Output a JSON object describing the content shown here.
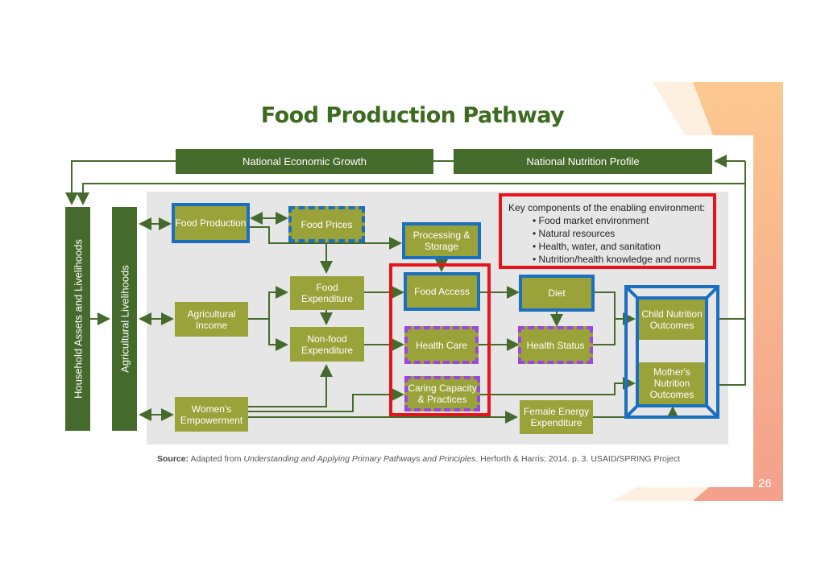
{
  "slide": {
    "title": "Food Production Pathway",
    "page_number": "26"
  },
  "top_bars": {
    "economic": "National Economic Growth",
    "nutrition": "National Nutrition Profile"
  },
  "side_bars": {
    "household": "Household Assets and Livelihoods",
    "agricultural": "Agricultural Livelihoods"
  },
  "nodes": {
    "food_production": "Food Production",
    "food_prices": "Food Prices",
    "processing_storage": "Processing & Storage",
    "agricultural_income": "Agricultural Income",
    "food_expenditure": "Food Expenditure",
    "nonfood_expenditure": "Non-food Expenditure",
    "womens_empowerment": "Women's Empowerment",
    "food_access": "Food Access",
    "health_care": "Health Care",
    "caring_capacity": "Caring Capacity & Practices",
    "diet": "Diet",
    "health_status": "Health Status",
    "female_energy": "Female Energy Expenditure",
    "child_outcomes": "Child Nutrition Outcomes",
    "mother_outcomes": "Mother's Nutrition Outcomes"
  },
  "key_box": {
    "heading": "Key components of the enabling environment:",
    "items": [
      "Food market environment",
      "Natural resources",
      "Health, water, and sanitation",
      "Nutrition/health knowledge and norms"
    ]
  },
  "source": {
    "label": "Source:",
    "prefix": "Adapted from",
    "work": "Understanding and Applying Primary Pathways and Principles",
    "suffix": ". Herforth & Harris; 2014. p. 3. USAID/SPRING Project"
  },
  "colors": {
    "dark_green": "#456b2c",
    "olive": "#9aa23a",
    "blue_outline": "#1a6fc0",
    "purple_dash": "#9b45e4",
    "red_frame": "#e8141c",
    "title_green": "#3d6b1f"
  }
}
